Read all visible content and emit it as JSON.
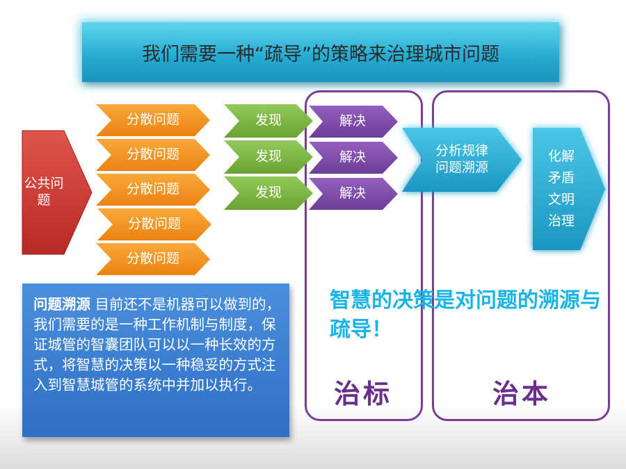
{
  "title": "我们需要一种“疏导”的策略来治理城市问题",
  "source": "公共问题",
  "scattered": [
    "分散问题",
    "分散问题",
    "分散问题",
    "分散问题",
    "分散问题"
  ],
  "discover": [
    "发现",
    "发现",
    "发现"
  ],
  "solve": [
    "解决",
    "解决",
    "解决"
  ],
  "analyze": "分析规律问题溯源",
  "govern_root": "化解矛盾文明治理",
  "highlight": "智慧的决策是对问题的溯源与疏导！",
  "frame_left_label": "治标",
  "frame_right_label": "治本",
  "note": {
    "heading": "问题溯源",
    "body": " 目前还不是机器可以做到的，我们需要的是一种工作机制与制度，保证城管的智囊团队可以以一种长效的方式，将智慧的决策以一种稳妥的方式注入到智慧城管的系统中并加以执行。"
  },
  "colors": {
    "red": "#d23b33",
    "orange": "#f29221",
    "green": "#7cb342",
    "purple": "#7b4aa6",
    "cyan": "#22a8d2",
    "frame": "#7a3d96",
    "highlight": "#18b4e8"
  }
}
